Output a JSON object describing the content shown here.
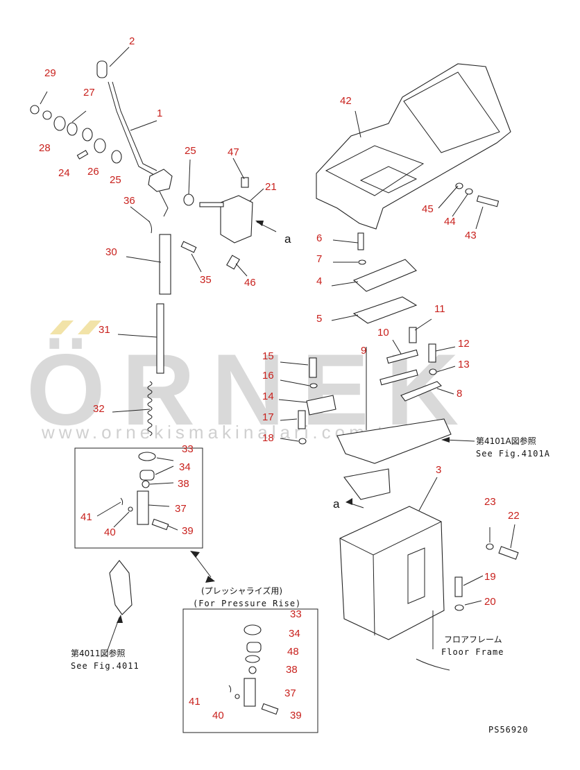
{
  "watermark": {
    "brand": "ÖRNEK",
    "url": "www.ornekismakinalari.com.tr",
    "color": "#d9d9d9",
    "accent": "#f2e3a8"
  },
  "part_color": "#c8201c",
  "labels": {
    "p1": "1",
    "p2": "2",
    "p3": "3",
    "p4": "4",
    "p5": "5",
    "p6": "6",
    "p7": "7",
    "p8": "8",
    "p9": "9",
    "p10": "10",
    "p11": "11",
    "p12": "12",
    "p13": "13",
    "p14": "14",
    "p15": "15",
    "p16": "16",
    "p17": "17",
    "p18": "18",
    "p19": "19",
    "p20": "20",
    "p21": "21",
    "p22": "22",
    "p23": "23",
    "p24": "24",
    "p25a": "25",
    "p25b": "25",
    "p26": "26",
    "p27": "27",
    "p28": "28",
    "p29": "29",
    "p30": "30",
    "p31": "31",
    "p32": "32",
    "p33a": "33",
    "p34a": "34",
    "p35": "35",
    "p36": "36",
    "p37a": "37",
    "p38a": "38",
    "p39a": "39",
    "p40a": "40",
    "p41a": "41",
    "p42": "42",
    "p43": "43",
    "p44": "44",
    "p45": "45",
    "p46": "46",
    "p47": "47",
    "p33b": "33",
    "p34b": "34",
    "p48": "48",
    "p38b": "38",
    "p37b": "37",
    "p41b": "41",
    "p40b": "40",
    "p39b": "39"
  },
  "callouts": {
    "a1": "a",
    "a2": "a"
  },
  "notes": {
    "fig4101_jp": "第4101A図参照",
    "fig4101_en": "See Fig.4101A",
    "fig4011_jp": "第4011図参照",
    "fig4011_en": "See Fig.4011",
    "pressure_jp": "(プレッシャライズ用)",
    "pressure_en": "(For Pressure Rise)",
    "floor_jp": "フロアフレーム",
    "floor_en": "Floor Frame",
    "drawing_code": "PS56920"
  }
}
